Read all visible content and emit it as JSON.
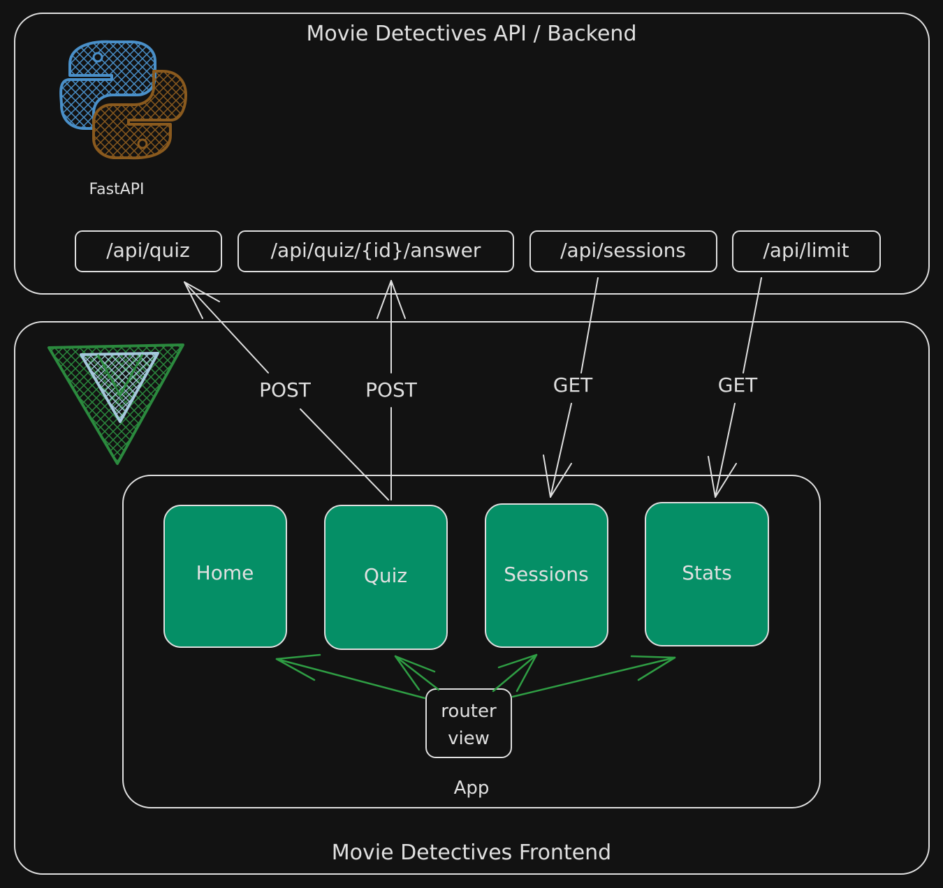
{
  "backend": {
    "title": "Movie Detectives API / Backend",
    "framework_label": "FastAPI",
    "endpoints": [
      "/api/quiz",
      "/api/quiz/{id}/answer",
      "/api/sessions",
      "/api/limit"
    ]
  },
  "frontend": {
    "title": "Movie Detectives Frontend",
    "app_label": "App",
    "router": {
      "line1": "router",
      "line2": "view"
    },
    "views": [
      "Home",
      "Quiz",
      "Sessions",
      "Stats"
    ]
  },
  "connections": [
    {
      "method": "POST",
      "view": "Quiz",
      "endpoint": "/api/quiz"
    },
    {
      "method": "POST",
      "view": "Quiz",
      "endpoint": "/api/quiz/{id}/answer"
    },
    {
      "method": "GET",
      "view": "Sessions",
      "endpoint": "/api/sessions"
    },
    {
      "method": "GET",
      "view": "Stats",
      "endpoint": "/api/limit"
    }
  ],
  "icons": {
    "backend_logo": "python-logo-icon",
    "frontend_logo": "vue-logo-icon"
  },
  "colors": {
    "background": "#121212",
    "outline": "#e0e0e0",
    "view_fill": "#058f66",
    "router_arrow": "#2f9e44",
    "python_blue": "#4a90c9",
    "python_brown": "#8a5a1e",
    "vue_green": "#2b8a3e",
    "vue_light": "#a5c8dc"
  }
}
